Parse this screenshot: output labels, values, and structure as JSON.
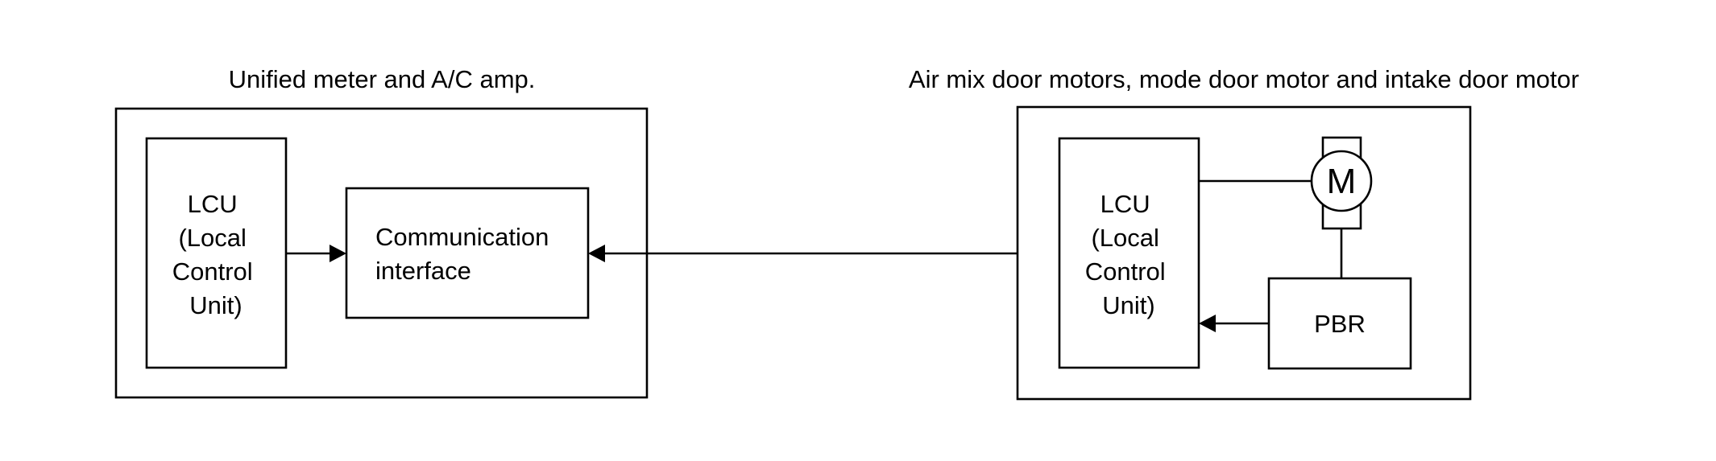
{
  "left_unit": {
    "title": "Unified meter and A/C amp.",
    "lcu_lines": [
      "LCU",
      "(Local",
      "Control",
      "Unit)"
    ],
    "comm_lines": [
      "Communication",
      "interface"
    ]
  },
  "right_unit": {
    "title": "Air mix door motors, mode door motor and intake door motor",
    "lcu_lines": [
      "LCU",
      "(Local",
      "Control",
      "Unit)"
    ],
    "motor_label": "M",
    "pbr_label": "PBR"
  }
}
